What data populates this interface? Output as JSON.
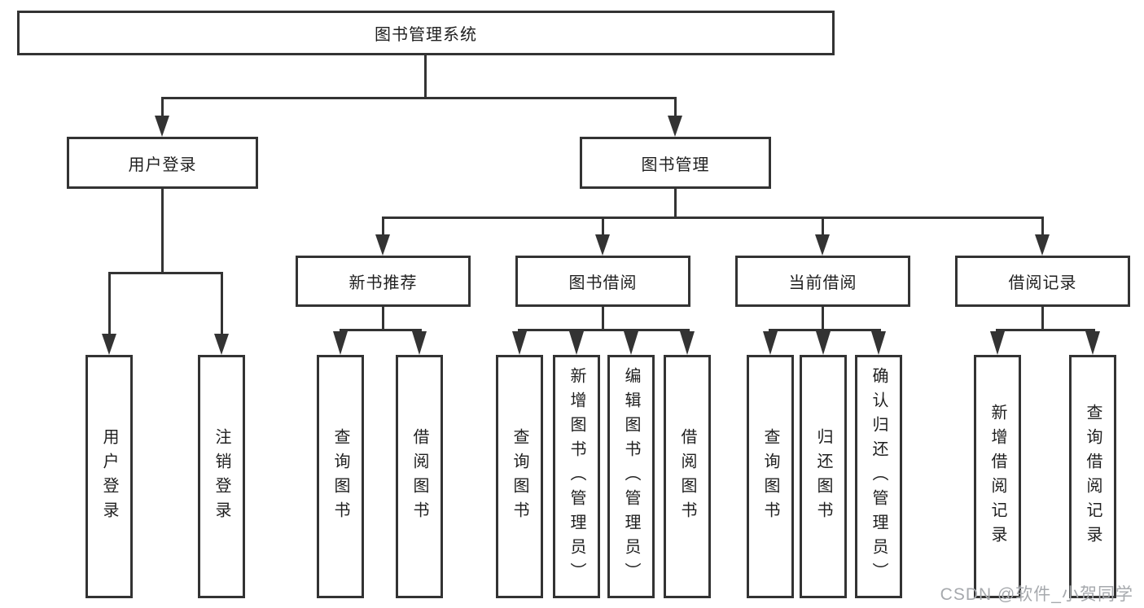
{
  "tree": {
    "root": {
      "label": "图书管理系统"
    },
    "branches": [
      {
        "label": "用户登录",
        "children": [
          {
            "label": "用户登录"
          },
          {
            "label": "注销登录"
          }
        ]
      },
      {
        "label": "图书管理",
        "sections": [
          {
            "label": "新书推荐",
            "children": [
              {
                "label": "查询图书"
              },
              {
                "label": "借阅图书"
              }
            ]
          },
          {
            "label": "图书借阅",
            "children": [
              {
                "label": "查询图书"
              },
              {
                "label": "新增图书（管理员）"
              },
              {
                "label": "编辑图书（管理员）"
              },
              {
                "label": "借阅图书"
              }
            ]
          },
          {
            "label": "当前借阅",
            "children": [
              {
                "label": "查询图书"
              },
              {
                "label": "归还图书"
              },
              {
                "label": "确认归还（管理员）"
              }
            ]
          },
          {
            "label": "借阅记录",
            "children": [
              {
                "label": "新增借阅记录"
              },
              {
                "label": "查询借阅记录"
              }
            ]
          }
        ]
      }
    ]
  },
  "watermark": {
    "text": "CSDN @软件_小贺同学"
  },
  "colors": {
    "line": "#333333",
    "box_border": "#333333",
    "text": "#1f1f1f",
    "watermark": "#a6a9ad",
    "background": "#ffffff"
  }
}
